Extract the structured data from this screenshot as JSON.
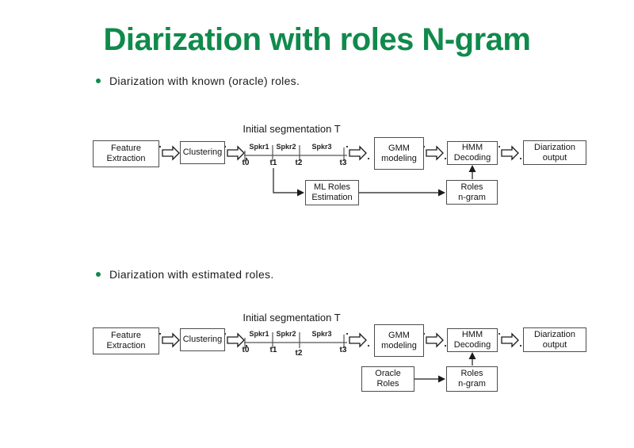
{
  "slide": {
    "title": "Diarization with roles N-gram",
    "accent_color": "#108a4c",
    "bullets": [
      "Diarization with known (oracle) roles.",
      "Diarization with estimated roles."
    ]
  },
  "diagram1": {
    "segmentation_title": "Initial segmentation T",
    "segments": [
      "Spkr1",
      "Spkr2",
      "Spkr3"
    ],
    "ticks": [
      "t0",
      "t1",
      "t2",
      "t3"
    ],
    "boxes": {
      "feature": {
        "line1": "Feature",
        "line2": "Extraction"
      },
      "clustering": {
        "line1": "Clustering"
      },
      "gmm": {
        "line1": "GMM",
        "line2": "modeling"
      },
      "hmm": {
        "line1": "HMM",
        "line2": "Decoding"
      },
      "output": {
        "line1": "Diarization",
        "line2": "output"
      },
      "roles_source": {
        "line1": "ML Roles",
        "line2": "Estimation"
      },
      "roles_ngram": {
        "line1": "Roles",
        "line2": "n-gram"
      }
    }
  },
  "diagram2": {
    "segmentation_title": "Initial segmentation T",
    "segments": [
      "Spkr1",
      "Spkr2",
      "Spkr3"
    ],
    "ticks": [
      "t0",
      "t1",
      "t2",
      "t3"
    ],
    "boxes": {
      "feature": {
        "line1": "Feature",
        "line2": "Extraction"
      },
      "clustering": {
        "line1": "Clustering"
      },
      "gmm": {
        "line1": "GMM",
        "line2": "modeling"
      },
      "hmm": {
        "line1": "HMM",
        "line2": "Decoding"
      },
      "output": {
        "line1": "Diarization",
        "line2": "output"
      },
      "roles_source": {
        "line1": "Oracle",
        "line2": "Roles"
      },
      "roles_ngram": {
        "line1": "Roles",
        "line2": "n-gram"
      }
    }
  }
}
